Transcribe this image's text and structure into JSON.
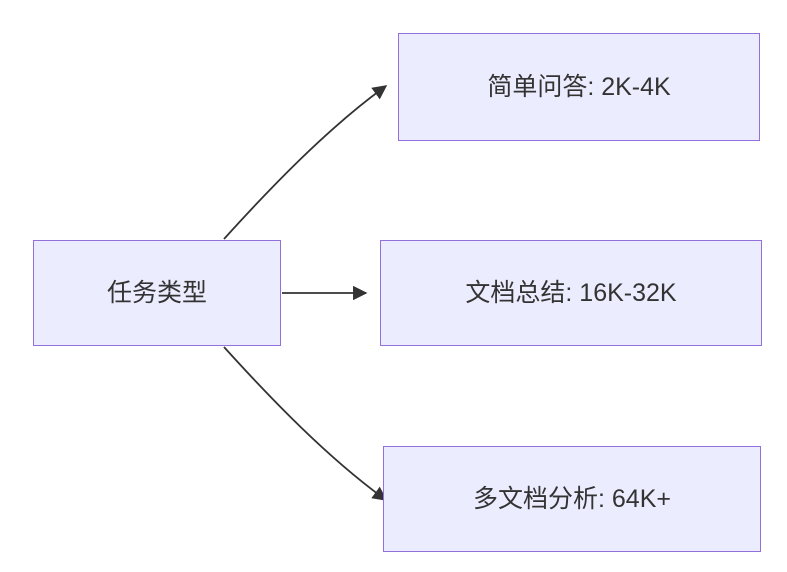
{
  "diagram": {
    "type": "flowchart",
    "direction": "left-to-right",
    "root": {
      "id": "task-type",
      "label": "任务类型"
    },
    "children": [
      {
        "id": "simple-qa",
        "label": "简单问答: 2K-4K"
      },
      {
        "id": "doc-summary",
        "label": "文档总结: 16K-32K"
      },
      {
        "id": "multi-doc",
        "label": "多文档分析: 64K+"
      }
    ],
    "edges": [
      {
        "from": "task-type",
        "to": "simple-qa"
      },
      {
        "from": "task-type",
        "to": "doc-summary"
      },
      {
        "from": "task-type",
        "to": "multi-doc"
      }
    ],
    "colors": {
      "node_fill": "#ECECFF",
      "node_border": "#9370DB",
      "arrow": "#333333",
      "text": "#333333",
      "background": "#FFFFFF"
    }
  }
}
